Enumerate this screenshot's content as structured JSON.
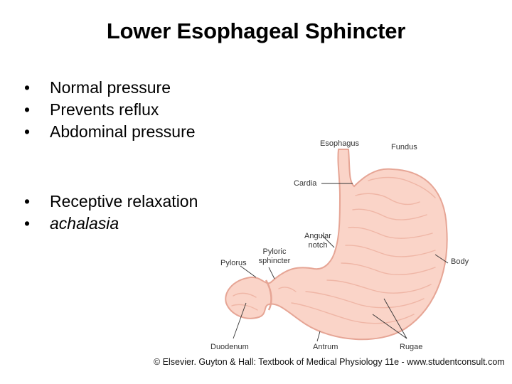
{
  "slide": {
    "title": "Lower Esophageal Sphincter",
    "bullets_top": [
      "Normal pressure",
      "Prevents reflux",
      "Abdominal pressure"
    ],
    "bullets_bottom": [
      "Receptive relaxation",
      "achalasia"
    ]
  },
  "figure": {
    "labels": {
      "esophagus": "Esophagus",
      "fundus": "Fundus",
      "cardia": "Cardia",
      "angular_notch": "Angular notch",
      "pyloric_sphincter": "Pyloric sphincter",
      "pylorus": "Pylorus",
      "body": "Body",
      "duodenum": "Duodenum",
      "antrum": "Antrum",
      "rugae": "Rugae"
    },
    "credit": "© Elsevier. Guyton & Hall: Textbook of Medical Physiology 11e - www.studentconsult.com",
    "colors": {
      "tissue_fill": "#fad4c8",
      "tissue_stroke": "#e6a595",
      "rugae": "#efb6a6"
    }
  }
}
